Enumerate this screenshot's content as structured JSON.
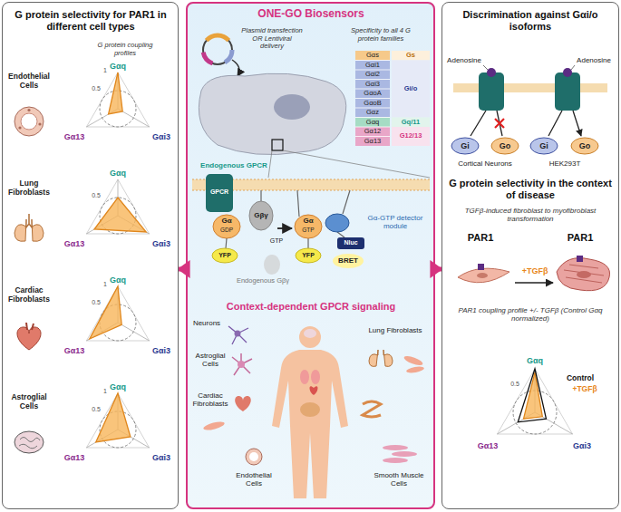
{
  "diagram": {
    "nodes": [
      {
        "text": [
          "G protein selectivity for PAR1 in different cell types"
        ]
      },
      {
        "text": [
          "ONE-GO Biosensors",
          "Context-dependent GPCR signaling"
        ]
      },
      {
        "text": [
          "Discrimination against Gαi/o isoforms",
          "G protein selectivity in the context of disease"
        ]
      }
    ],
    "edges": [
      {
        "from": 1,
        "to": 0,
        "arrow": "to"
      },
      {
        "from": 1,
        "to": 2,
        "arrow": "to"
      }
    ],
    "labels": [
      "G protein coupling profiles",
      "Endothelial Cells",
      "Gαq",
      "1",
      "0.5",
      "Gα13",
      "Gαi3",
      "Lung Fibroblasts",
      "Gαq",
      "0.5",
      "Gα13",
      "Gαi3",
      "Cardiac Fibroblasts",
      "Gαq",
      "1",
      "0.5",
      "Gα13",
      "Gαi3",
      "Astroglial Cells",
      "Gαq",
      "1",
      "0.5",
      "Gα13",
      "Gαi3",
      "Plasmid transfection OR Lentiviral delivery",
      "Specificity to all 4 G protein families",
      "Gαs",
      "Gs",
      "Gαi1",
      "Gαi2",
      "Gαi3",
      "GαoA",
      "GαoB",
      "Gαz",
      "Gi/o",
      "Gαq",
      "Gq/11",
      "Gα12",
      "Gα13",
      "G12/13",
      "Endogenous GPCR",
      "GPCR",
      "Gα",
      "GDP",
      "Gβγ",
      "YFP",
      "GTP",
      "Endogenous Gβγ",
      "Gα",
      "GTP",
      "Gα-GTP detector module",
      "Nluc",
      "YFP",
      "BRET",
      "Neurons",
      "Astroglial Cells",
      "Cardiac Fibroblasts",
      "Endothelial Cells",
      "Lung Fibroblasts",
      "Smooth Muscle Cells",
      "Adenosine",
      "Adenosine",
      "Gi",
      "Go",
      "Cortical Neurons",
      "Gi",
      "Go",
      "HEK293T",
      "TGFβ-induced fibroblast to myofibroblast transformation",
      "PAR1",
      "PAR1",
      "+TGFβ",
      "PAR1 coupling profile +/- TGFβ (Control Gαq normalized)",
      "Gαq",
      "Control",
      "+TGFβ",
      "0.5",
      "Gα13",
      "Gαi3"
    ]
  }
}
